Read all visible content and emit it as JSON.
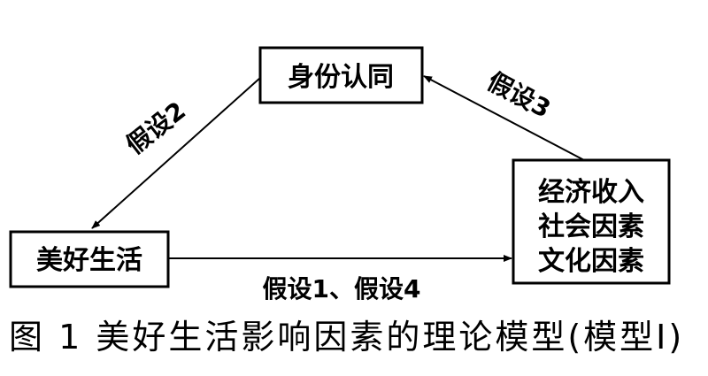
{
  "diagram": {
    "nodes": {
      "identity": {
        "label": "身份认同"
      },
      "good_life": {
        "label": "美好生活"
      },
      "factors": {
        "lines": [
          "经济收入",
          "社会因素",
          "文化因素"
        ]
      }
    },
    "edges": {
      "hypothesis_2": {
        "label": "假设2"
      },
      "hypothesis_3": {
        "label": "假设3"
      },
      "hypothesis_1_4": {
        "label": "假设1、假设4"
      }
    },
    "caption": "图 1 美好生活影响因素的理论模型(模型Ⅰ)"
  }
}
